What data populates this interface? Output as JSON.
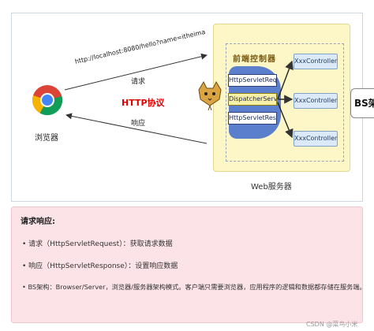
{
  "diagram": {
    "browser_label": "浏览器",
    "url": "http://localhost:8080/hello?name=itheima",
    "request_label": "请求",
    "protocol_label": "HTTP协议",
    "response_label": "响应",
    "front_controller_title": "前端控制器",
    "servlets": [
      "HttpServletRequest",
      "DispatcherServlet",
      "HttpServletResponse"
    ],
    "controllers": [
      "XxxController",
      "XxxController",
      "XxxController"
    ],
    "web_server_label": "Web服务器",
    "bs_tab": "BS架"
  },
  "notes": {
    "title": "请求响应:",
    "items": [
      "请求（HttpServletRequest）：获取请求数据",
      "响应（HttpServletResponse）：设置响应数据",
      "BS架构：Browser/Server，浏览器/服务器架构模式。客户端只需要浏览器，应用程序的逻辑和数据都存储在服务端。"
    ]
  },
  "watermark": "CSDN @菜鸟小米",
  "colors": {
    "web_server_bg": "#fdf6c7",
    "stack_blue": "#5b7fcc",
    "controller_bg": "#dbe9f8",
    "protocol_red": "#e00000",
    "notes_bg": "#fbe3e8"
  }
}
